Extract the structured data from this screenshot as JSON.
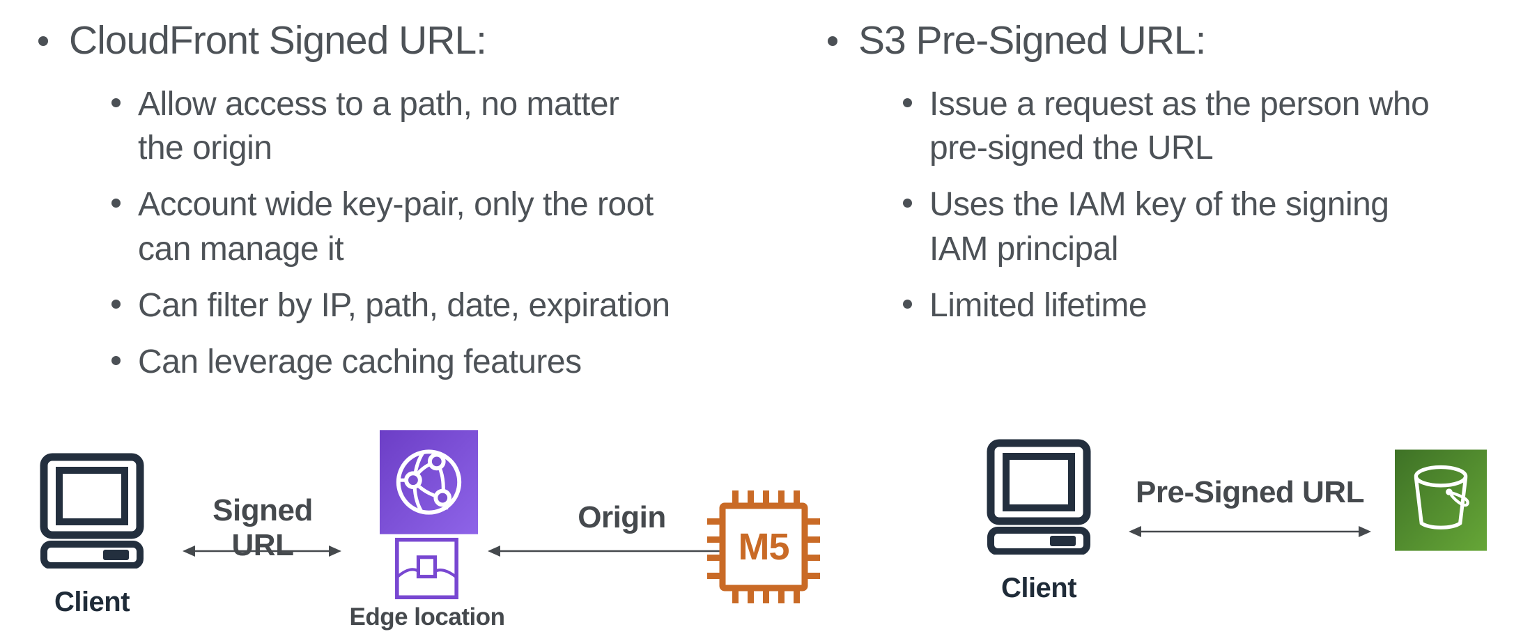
{
  "slide": {
    "left_column": {
      "heading": "CloudFront Signed URL:",
      "bullets": [
        "Allow access to a path, no matter\nthe origin",
        "Account wide key-pair, only the root\ncan manage it",
        "Can filter by IP, path, date, expiration",
        "Can leverage caching features"
      ]
    },
    "right_column": {
      "heading": "S3 Pre-Signed URL:",
      "bullets": [
        "Issue a request as the person who\npre-signed the URL",
        "Uses the IAM key of the signing\nIAM principal",
        "Limited lifetime"
      ]
    },
    "diagram_left": {
      "client_label": "Client",
      "arrow1_label": "Signed URL",
      "edge_location_label": "Edge location",
      "arrow2_label": "Origin",
      "instance_label": "M5"
    },
    "diagram_right": {
      "client_label": "Client",
      "arrow_label": "Pre-Signed URL"
    },
    "icons": {
      "client": "laptop-computer-icon",
      "cloudfront": "cloudfront-globe-icon",
      "edge_location": "edge-location-icon",
      "ec2_instance": "ec2-m5-chip-icon",
      "s3": "s3-bucket-icon",
      "arrows": "double-headed-arrow"
    },
    "colors": {
      "body_text": "#4d5257",
      "label_text": "#45494d",
      "client_navy": "#232f3e",
      "cloudfront_purple_start": "#6c3ec6",
      "cloudfront_purple_end": "#8e64e8",
      "edge_purple": "#7847d1",
      "ec2_orange": "#c96a26",
      "s3_green_start": "#3e7226",
      "s3_green_end": "#66a637",
      "arrow_gray": "#45494d"
    }
  }
}
